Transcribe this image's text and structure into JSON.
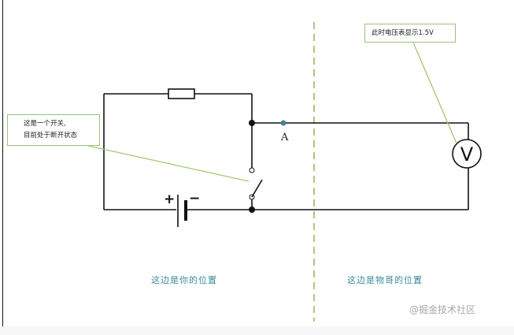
{
  "callouts": {
    "voltmeter_note": "此时电压表显示1.5V",
    "switch_note_line1": "这是一个开关,",
    "switch_note_line2": "目前处于断开状态"
  },
  "labels": {
    "point_a": "A",
    "voltmeter_symbol": "V",
    "battery_plus": "+",
    "battery_minus": "−"
  },
  "regions": {
    "left": "这边是你的位置",
    "right": "这边是物哥的位置"
  },
  "watermark": "@掘金技术社区",
  "colors": {
    "wire": "#111111",
    "divider": "#a9c97f",
    "callout_border": "#9bc17a",
    "leader_line": "#a9c97f",
    "node_a": "#4a7f98",
    "region_text": "#3a8a9a"
  }
}
